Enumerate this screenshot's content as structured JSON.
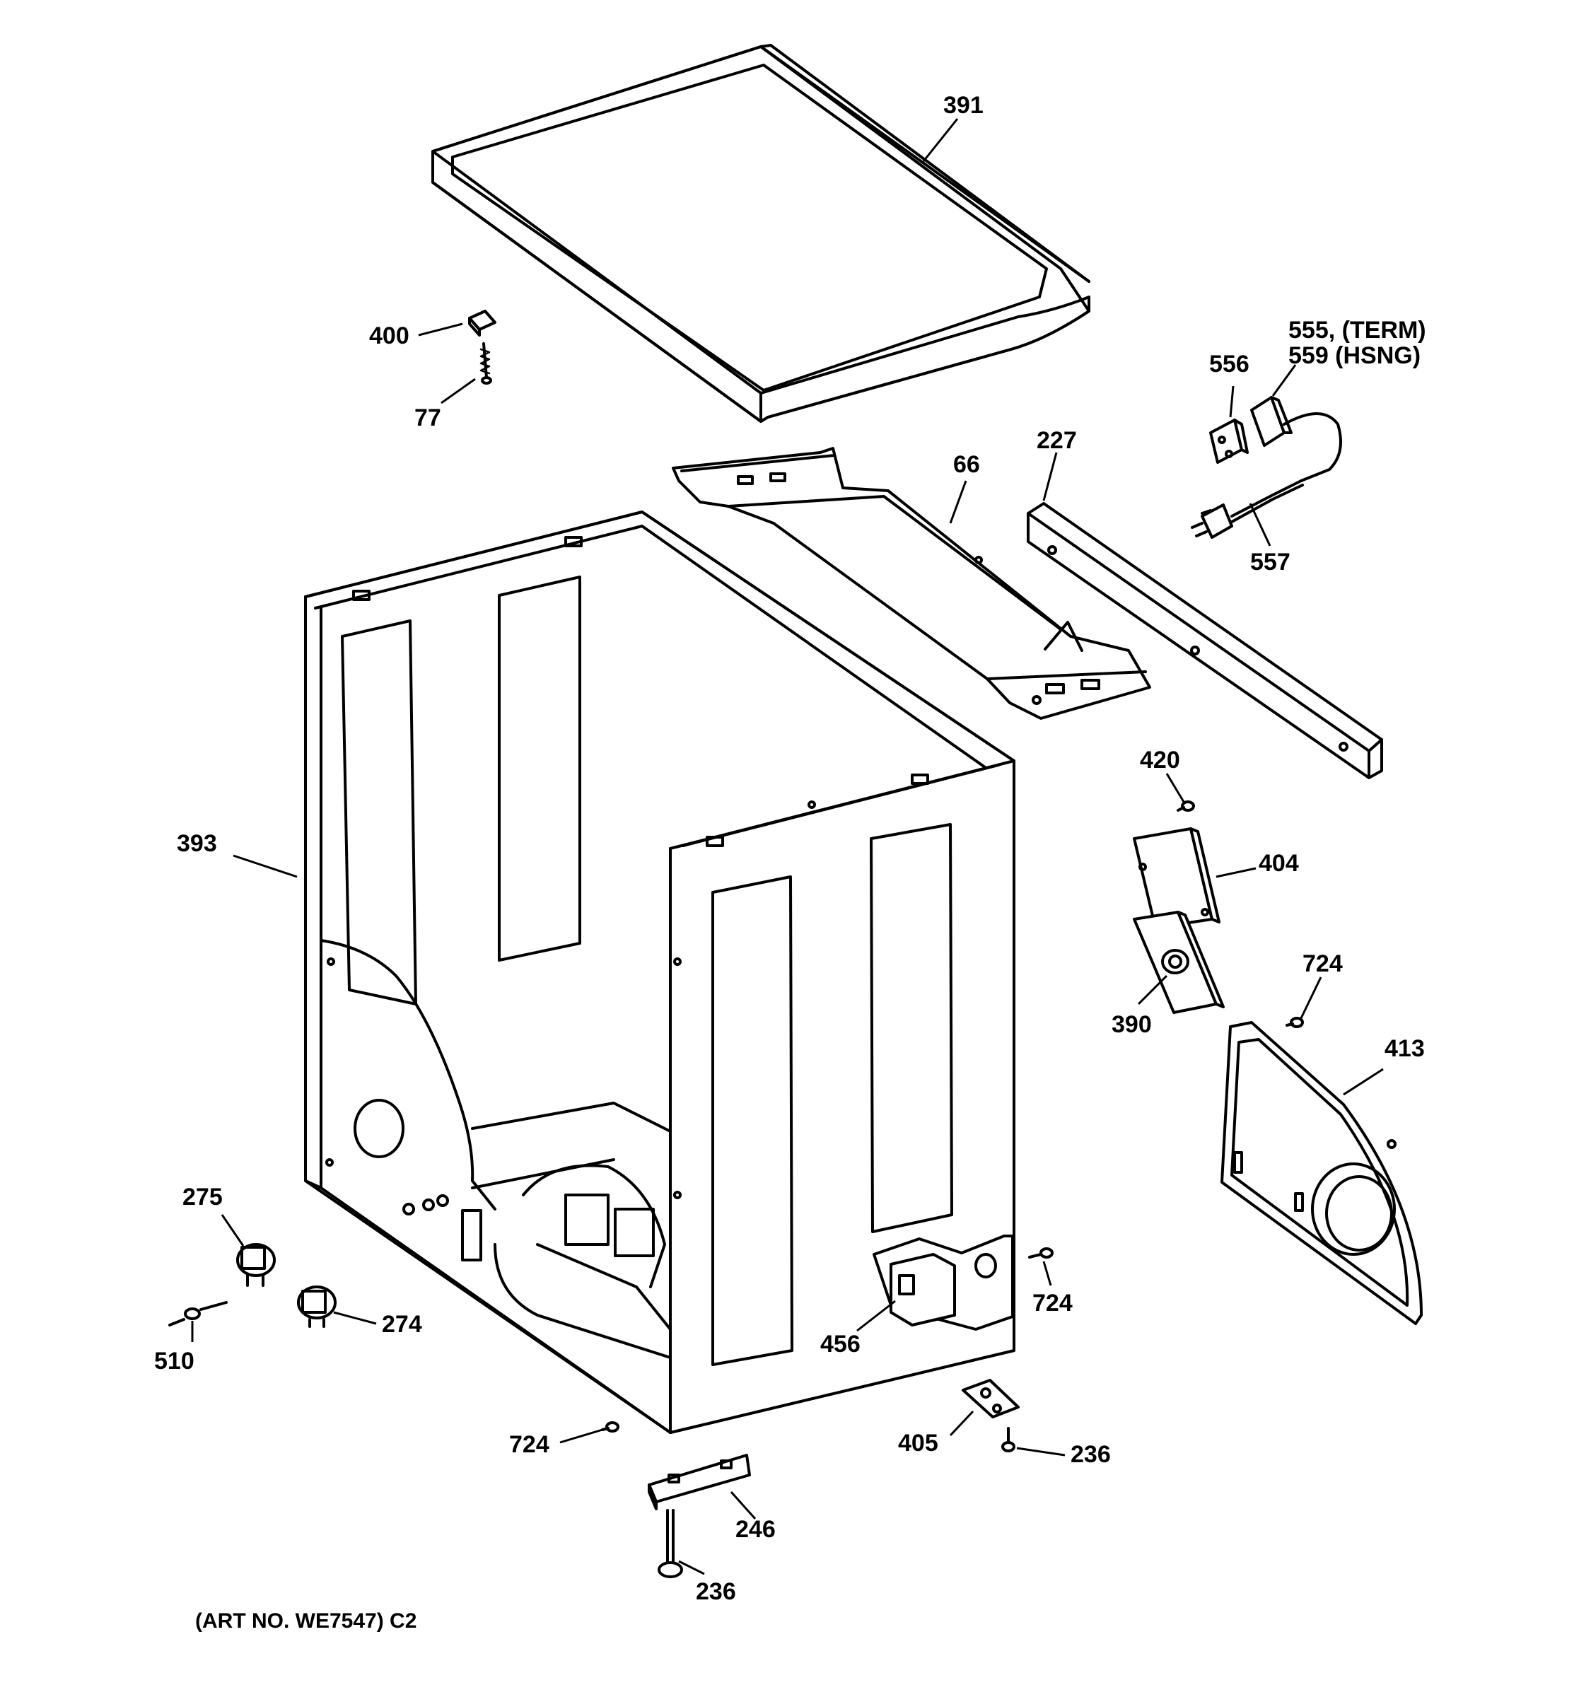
{
  "callouts": {
    "c391": "391",
    "c400": "400",
    "c77": "77",
    "c66": "66",
    "c227": "227",
    "c556": "556",
    "c555": "555, (TERM)",
    "c559": "559  (HSNG)",
    "c557": "557",
    "c393": "393",
    "c420": "420",
    "c404": "404",
    "c724a": "724",
    "c390": "390",
    "c413": "413",
    "c275": "275",
    "c510": "510",
    "c274": "274",
    "c724b": "724",
    "c456": "456",
    "c724c": "724",
    "c405": "405",
    "c236a": "236",
    "c246": "246",
    "c236b": "236"
  },
  "footer": {
    "art_number": "(ART NO. WE7547) C2"
  }
}
